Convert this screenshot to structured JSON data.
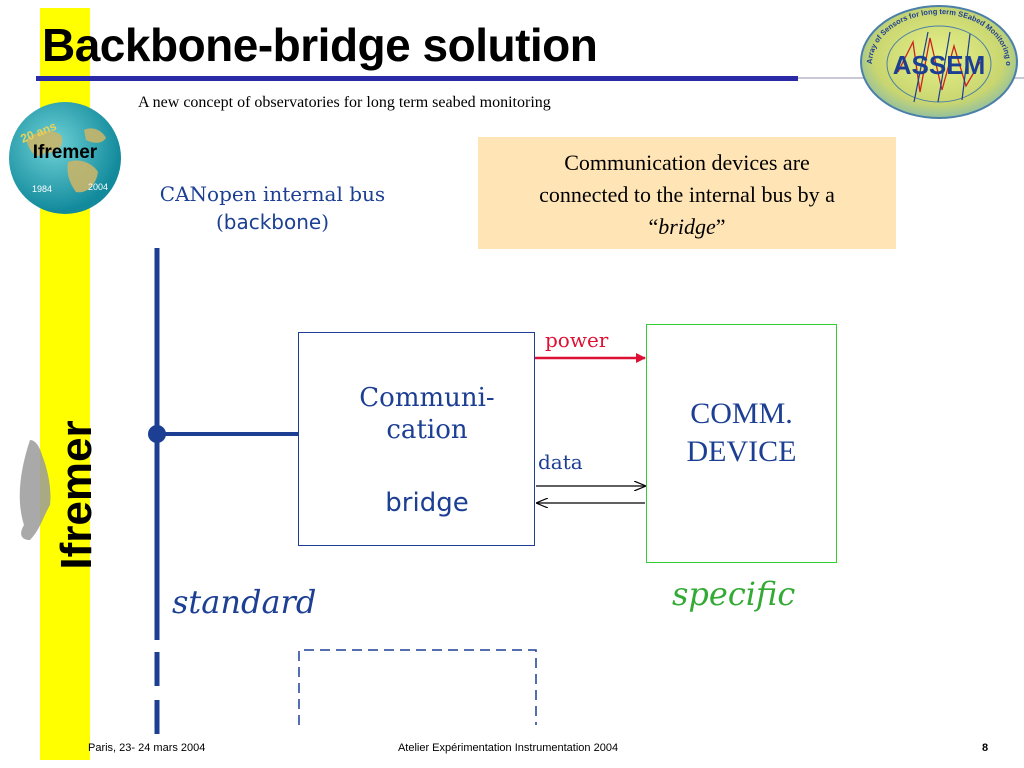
{
  "slide": {
    "title": "Backbone-bridge solution",
    "subtitle": "A new concept of observatories for long term seabed monitoring",
    "side_brand": "Ifremer",
    "note_line1": "Communication devices are",
    "note_line2": "connected to the internal bus by a",
    "note_open_quote": "“",
    "note_bridge_word": "bridge",
    "note_close_quote": "”"
  },
  "logos": {
    "ifremer": {
      "name": "Ifremer",
      "anniversary": "20 ans",
      "year_start": "1984",
      "year_end": "2004"
    },
    "assem": {
      "name": "ASSEM",
      "ring_text": "Array of Sensors for long term SEabed Monitoring of geohazards"
    }
  },
  "diagram": {
    "bus_label_line1": "CANopen internal bus",
    "bus_label_open": "(",
    "bus_label_word": "backbone",
    "bus_label_close": ")",
    "bridge_line1": "Communi-",
    "bridge_line2": "cation",
    "bridge_word": "bridge",
    "device_line1": "COMM.",
    "device_line2": "DEVICE",
    "power_label": "power",
    "data_label": "data",
    "standard_label": "standard",
    "specific_label": "specific"
  },
  "footer": {
    "left": "Paris, 23- 24 mars 2004",
    "center": "Atelier Expérimentation Instrumentation 2004",
    "page": "8"
  },
  "colors": {
    "accent_blue": "#1c3f94",
    "title_rule": "#2a2aa6",
    "yellow_bar": "#ffff00",
    "note_fill": "#ffe4b5",
    "power_red": "#dd1133",
    "device_green": "#33cc33"
  }
}
